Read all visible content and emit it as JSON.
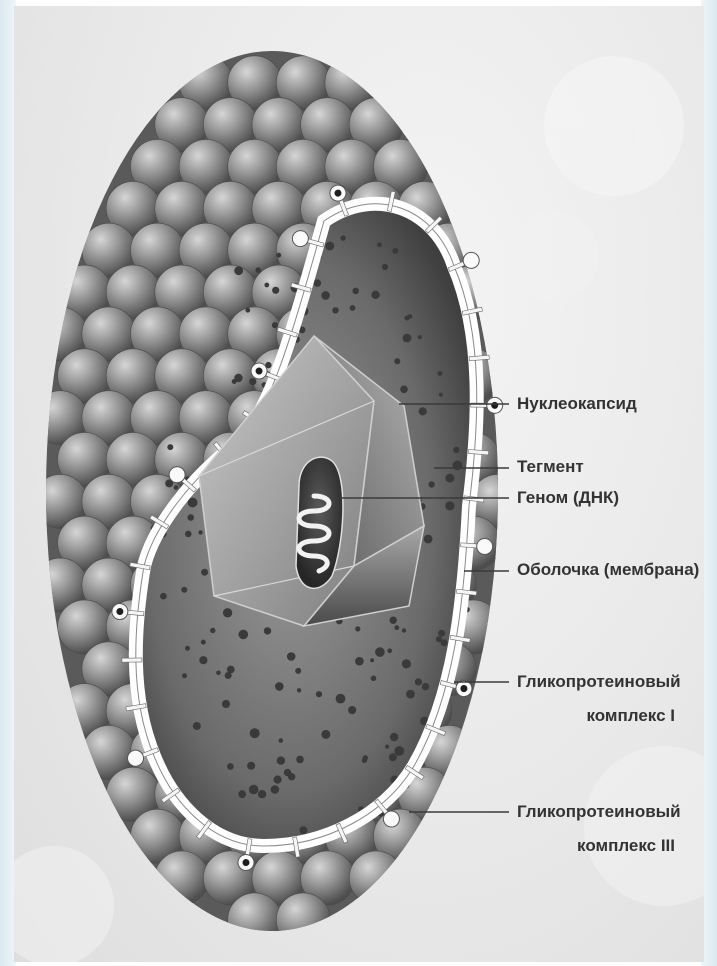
{
  "diagram": {
    "labels": {
      "nucleocapsid": "Нуклеокапсид",
      "tegument": "Тегмент",
      "genome": "Геном (ДНК)",
      "envelope": "Оболочка (мембрана)",
      "glyco1_line1": "Гликопротеиновый",
      "glyco1_line2": "комплекс I",
      "glyco3_line1": "Гликопротеиновый",
      "glyco3_line2": "комплекс III"
    },
    "colors": {
      "sphere": "#8a8a8a",
      "membrane": "#ffffff",
      "interior": "#6e6e6e",
      "capsid": "#9a9a9a",
      "label_text": "#333333",
      "leader": "#3a3a3a"
    }
  }
}
